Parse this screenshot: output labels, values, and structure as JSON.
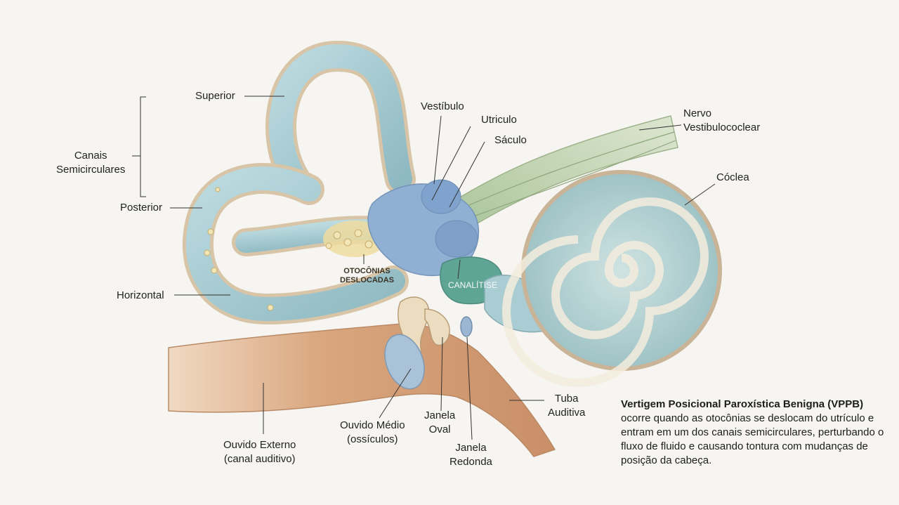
{
  "labels": {
    "superior": "Superior",
    "canais": "Canais\nSemicirculares",
    "posterior": "Posterior",
    "horizontal": "Horizontal",
    "vestibulo": "Vestíbulo",
    "utriculo": "Utriculo",
    "saculo": "Sáculo",
    "nervo": "Nervo\nVestibulococlear",
    "coclea": "Cóclea",
    "otoconias": "OTOCÔNIAS\nDESLOCADAS",
    "canalitise": "CANALÍTISE",
    "tuba": "Tuba\nAuditiva",
    "ouvido_medio": "Ouvido Médio\n(ossículos)",
    "janela_oval": "Janela\nOval",
    "janela_redonda": "Janela\nRedonda",
    "ouvido_externo": "Ouvido Externo\n(canal auditivo)"
  },
  "description": {
    "title": "Vertigem Posicional Paroxística Benigna (VPPB)",
    "body": "ocorre quando as otocônias se deslocam do utrículo e entram em um dos canais semicirculares, perturbando o fluxo de fluido e causando tontura com mudanças de posição da cabeça."
  },
  "colors": {
    "canal_fill": "#a9cdd2",
    "canal_outline": "#d8c4a6",
    "vestibule": "#8fb0d2",
    "cochlea": "#a9cdd2",
    "nerve": "#b9cfa9",
    "ear_canal": "#d6a07a",
    "otoconia": "#eedca0",
    "canalitise": "#5fa596"
  }
}
